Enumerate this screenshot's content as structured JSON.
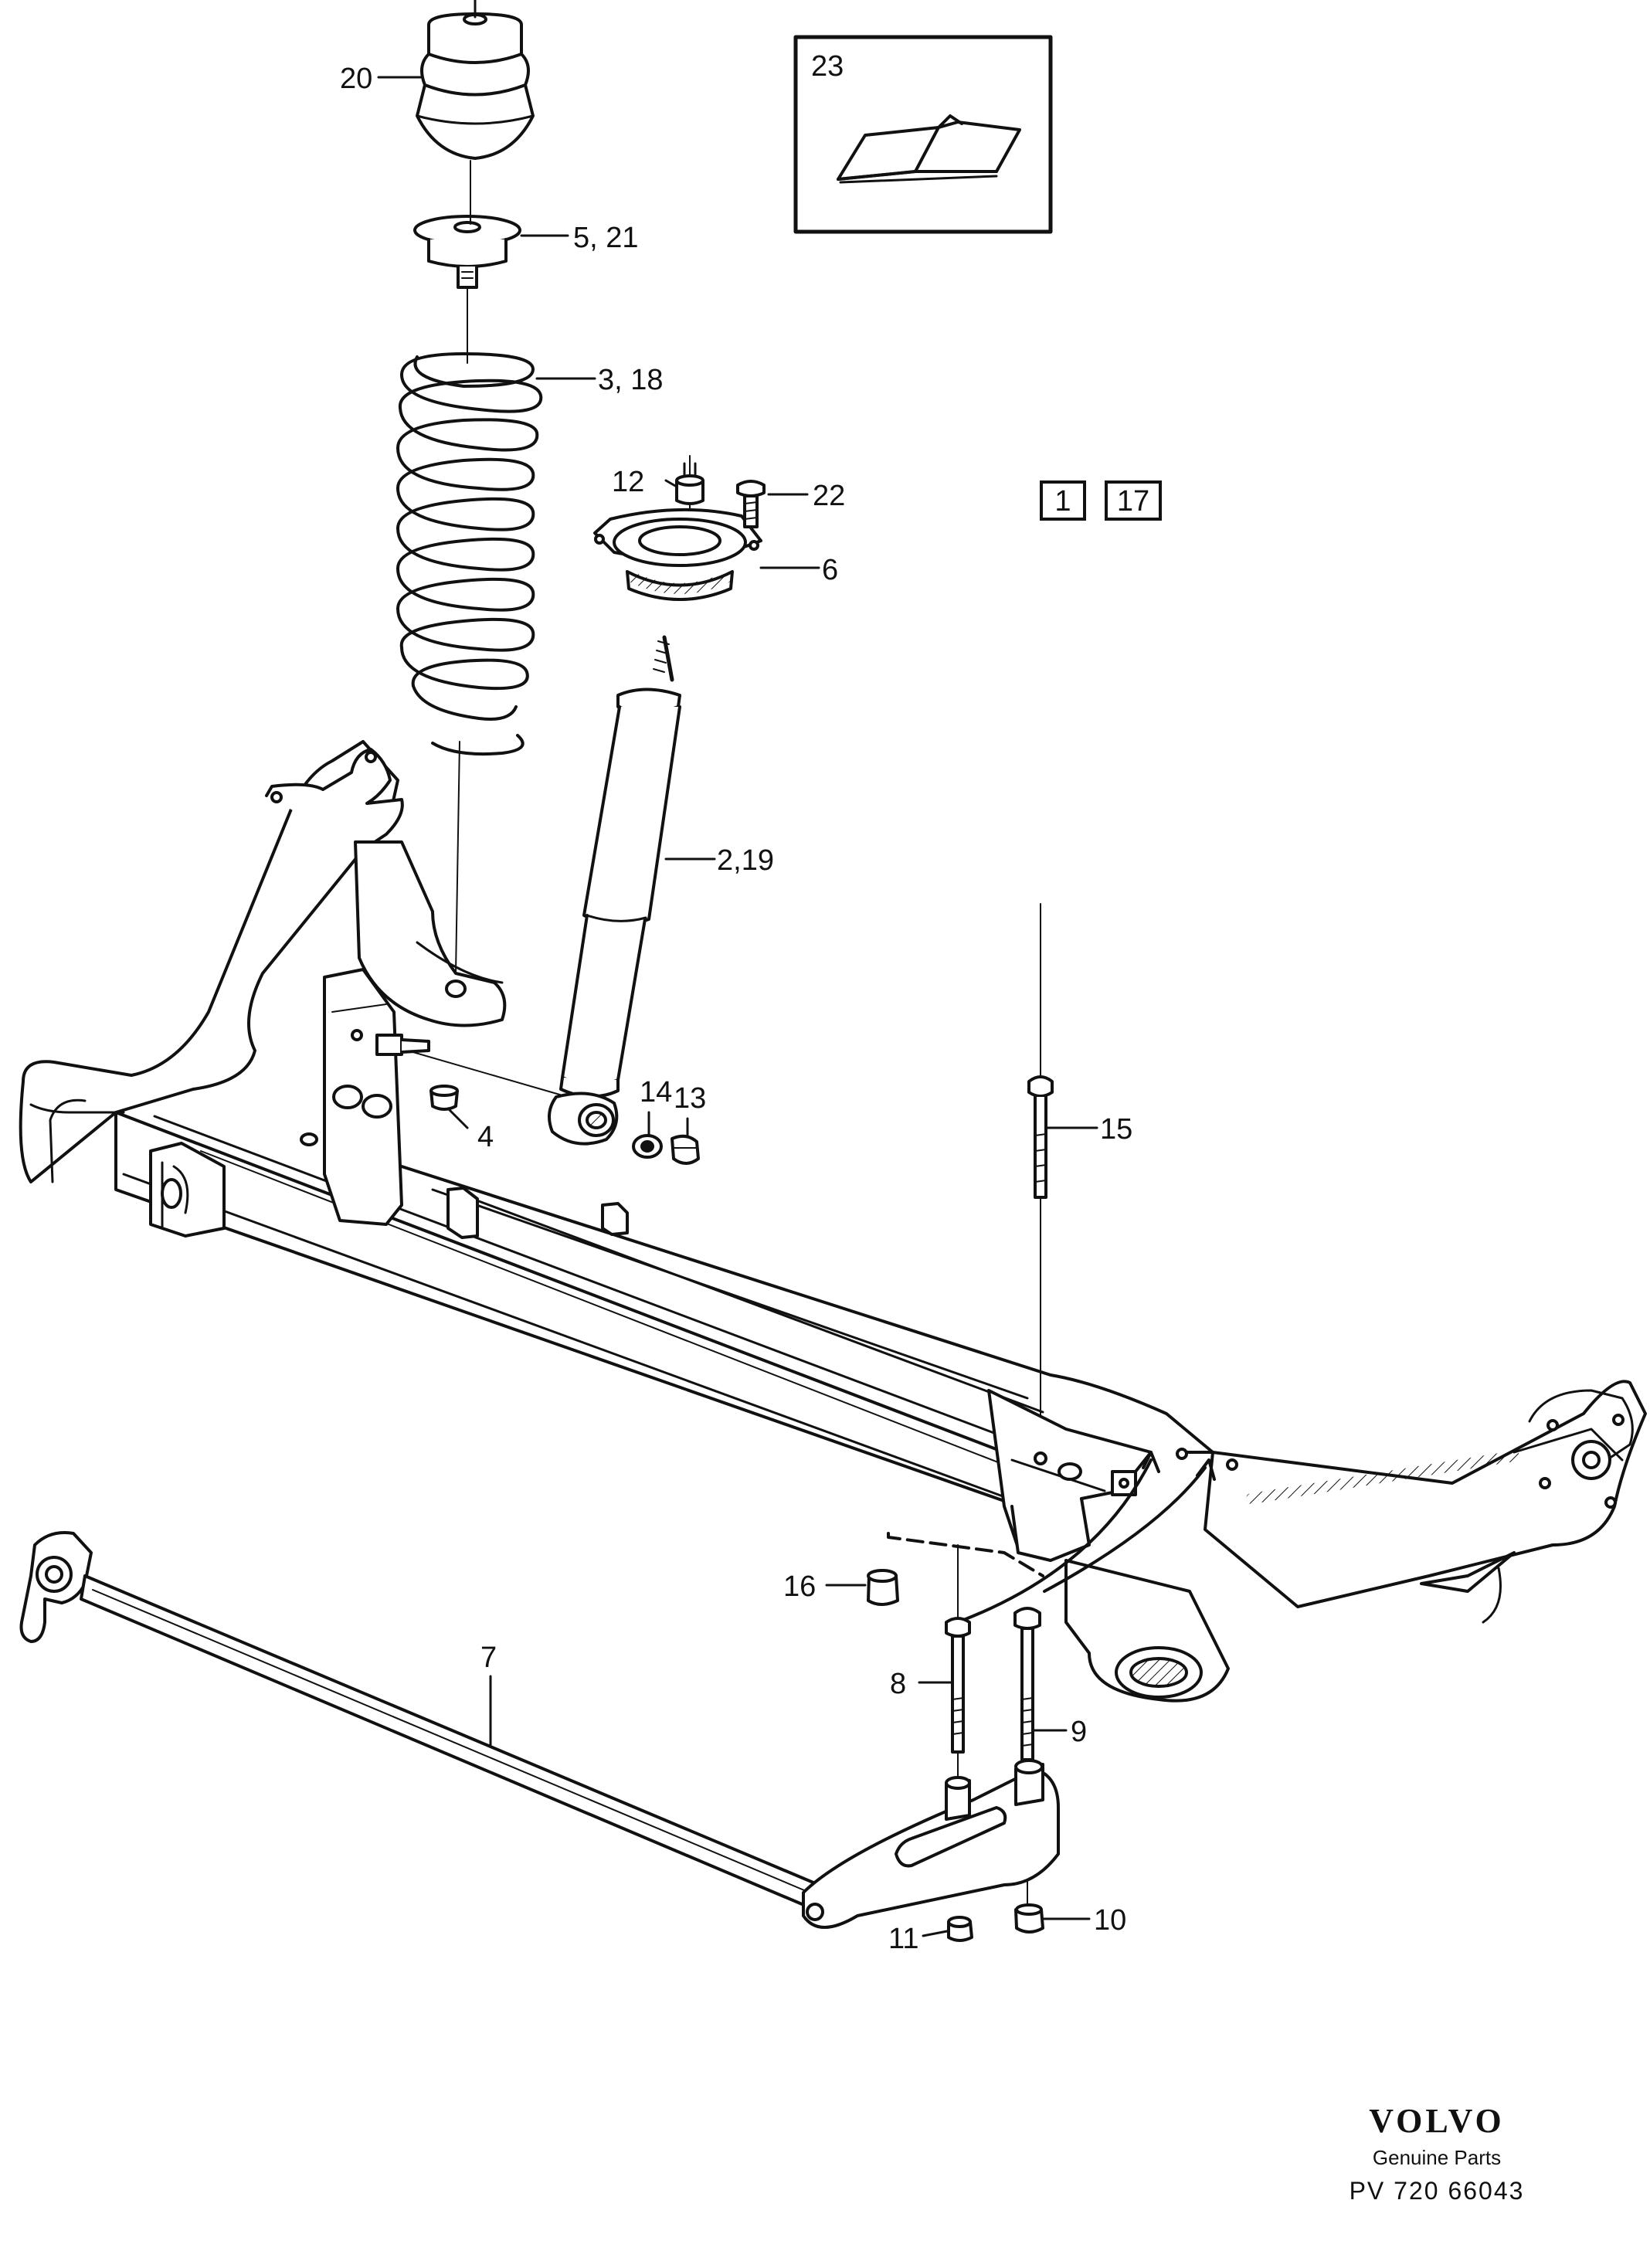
{
  "callouts": {
    "c20": "20",
    "c5_21": "5, 21",
    "c3_18": "3, 18",
    "c12": "12",
    "c22": "22",
    "c6": "6",
    "c2_19": "2,19",
    "c14": "14",
    "c13": "13",
    "c4": "4",
    "c15": "15",
    "c16": "16",
    "c8": "8",
    "c9": "9",
    "c7": "7",
    "c10": "10",
    "c11": "11",
    "c23": "23"
  },
  "reference_boxes": [
    "1",
    "17"
  ],
  "brand": {
    "logo": "VOLVO",
    "subtitle": "Genuine Parts",
    "code": "PV 720 66043"
  },
  "colors": {
    "ink": "#111111",
    "paper": "#ffffff",
    "shade": "#d8d8d8"
  }
}
